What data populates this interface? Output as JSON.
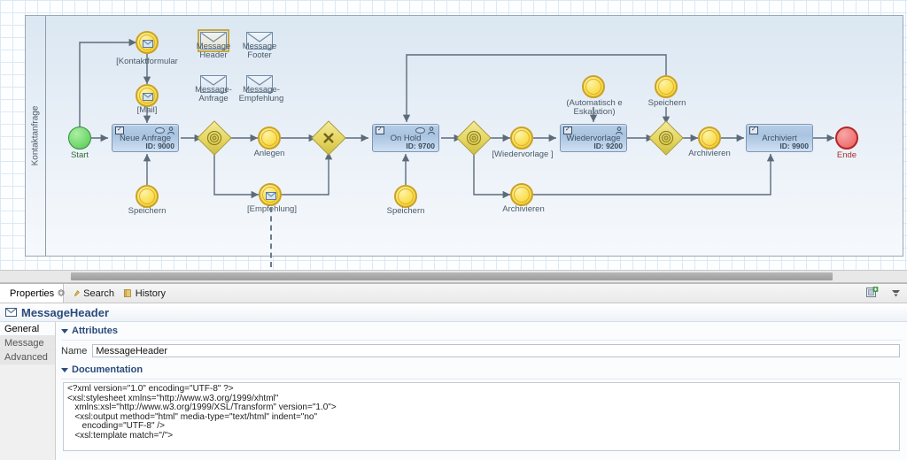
{
  "diagram": {
    "pool_label": "Kontaktanfrage",
    "tasks": [
      {
        "name": "Neue Anfrage",
        "id_label": "ID: 9000"
      },
      {
        "name": "On Hold",
        "id_label": "ID: 9700"
      },
      {
        "name": "Wiedervorlage",
        "id_label": "ID: 9200"
      },
      {
        "name": "Archiviert",
        "id_label": "ID: 9900"
      }
    ],
    "events": [
      {
        "label": "Start",
        "type": "start"
      },
      {
        "label": "[Kontaktformular",
        "type": "message"
      },
      {
        "label": "[Mail]",
        "type": "message"
      },
      {
        "label": "Speichern",
        "type": "intermediate"
      },
      {
        "label": "Anlegen",
        "type": "intermediate"
      },
      {
        "label": "[Empfehlung]",
        "type": "message"
      },
      {
        "label": "Speichern",
        "type": "intermediate"
      },
      {
        "label": "[Wiedervorlage\n]",
        "type": "intermediate"
      },
      {
        "label": "Archivieren",
        "type": "intermediate"
      },
      {
        "label": "(Automatisch\ne Eskalation)",
        "type": "intermediate"
      },
      {
        "label": "Speichern",
        "type": "intermediate"
      },
      {
        "label": "Archivieren",
        "type": "intermediate"
      },
      {
        "label": "Ende",
        "type": "end"
      }
    ],
    "artifacts": [
      {
        "label_line1": "Message",
        "label_line2": "Header",
        "selected": true
      },
      {
        "label_line1": "Message",
        "label_line2": "Footer",
        "selected": false
      },
      {
        "label_line1": "Message-",
        "label_line2": "Anfrage",
        "selected": false
      },
      {
        "label_line1": "Message-",
        "label_line2": "Empfehlung",
        "selected": false
      }
    ],
    "labels": {
      "e_kontaktformular": "[Kontaktformular",
      "e_mail": "[Mail]",
      "e_speichern1": "Speichern",
      "e_anlegen": "Anlegen",
      "e_empfehlung": "[Empfehlung]",
      "e_speichern2": "Speichern",
      "e_wiedervorlage": "[Wiedervorlage ]",
      "e_archivieren1": "Archivieren",
      "e_eskalation": "(Automatisch e Eskalation)",
      "e_speichern3": "Speichern",
      "e_archivieren2": "Archivieren",
      "e_start": "Start",
      "e_ende": "Ende"
    },
    "colors": {
      "start": "#6ed368",
      "end": "#ef7272",
      "event": "#fbdc4a",
      "task": "#a9c3e0",
      "gateway": "#e4d45c"
    }
  },
  "properties": {
    "tabs": [
      {
        "label": "Properties",
        "icon": "properties-icon",
        "active": true
      },
      {
        "label": "Search",
        "icon": "search-icon",
        "active": false
      },
      {
        "label": "History",
        "icon": "history-icon",
        "active": false
      }
    ],
    "toolbar": [
      {
        "icon": "new-view-icon"
      },
      {
        "icon": "view-menu-icon"
      }
    ],
    "title": "MessageHeader",
    "title_icon": "envelope-icon",
    "side_tabs": [
      {
        "label": "General",
        "active": true
      },
      {
        "label": "Message",
        "active": false
      },
      {
        "label": "Advanced",
        "active": false
      }
    ],
    "sections": {
      "attributes": {
        "title": "Attributes",
        "name_label": "Name",
        "name_value": "MessageHeader"
      },
      "documentation": {
        "title": "Documentation",
        "text": "<?xml version=\"1.0\" encoding=\"UTF-8\" ?>\n<xsl:stylesheet xmlns=\"http://www.w3.org/1999/xhtml\"\n   xmlns:xsl=\"http://www.w3.org/1999/XSL/Transform\" version=\"1.0\">\n   <xsl:output method=\"html\" media-type=\"text/html\" indent=\"no\"\n      encoding=\"UTF-8\" />\n   <xsl:template match=\"/\">"
      }
    }
  }
}
